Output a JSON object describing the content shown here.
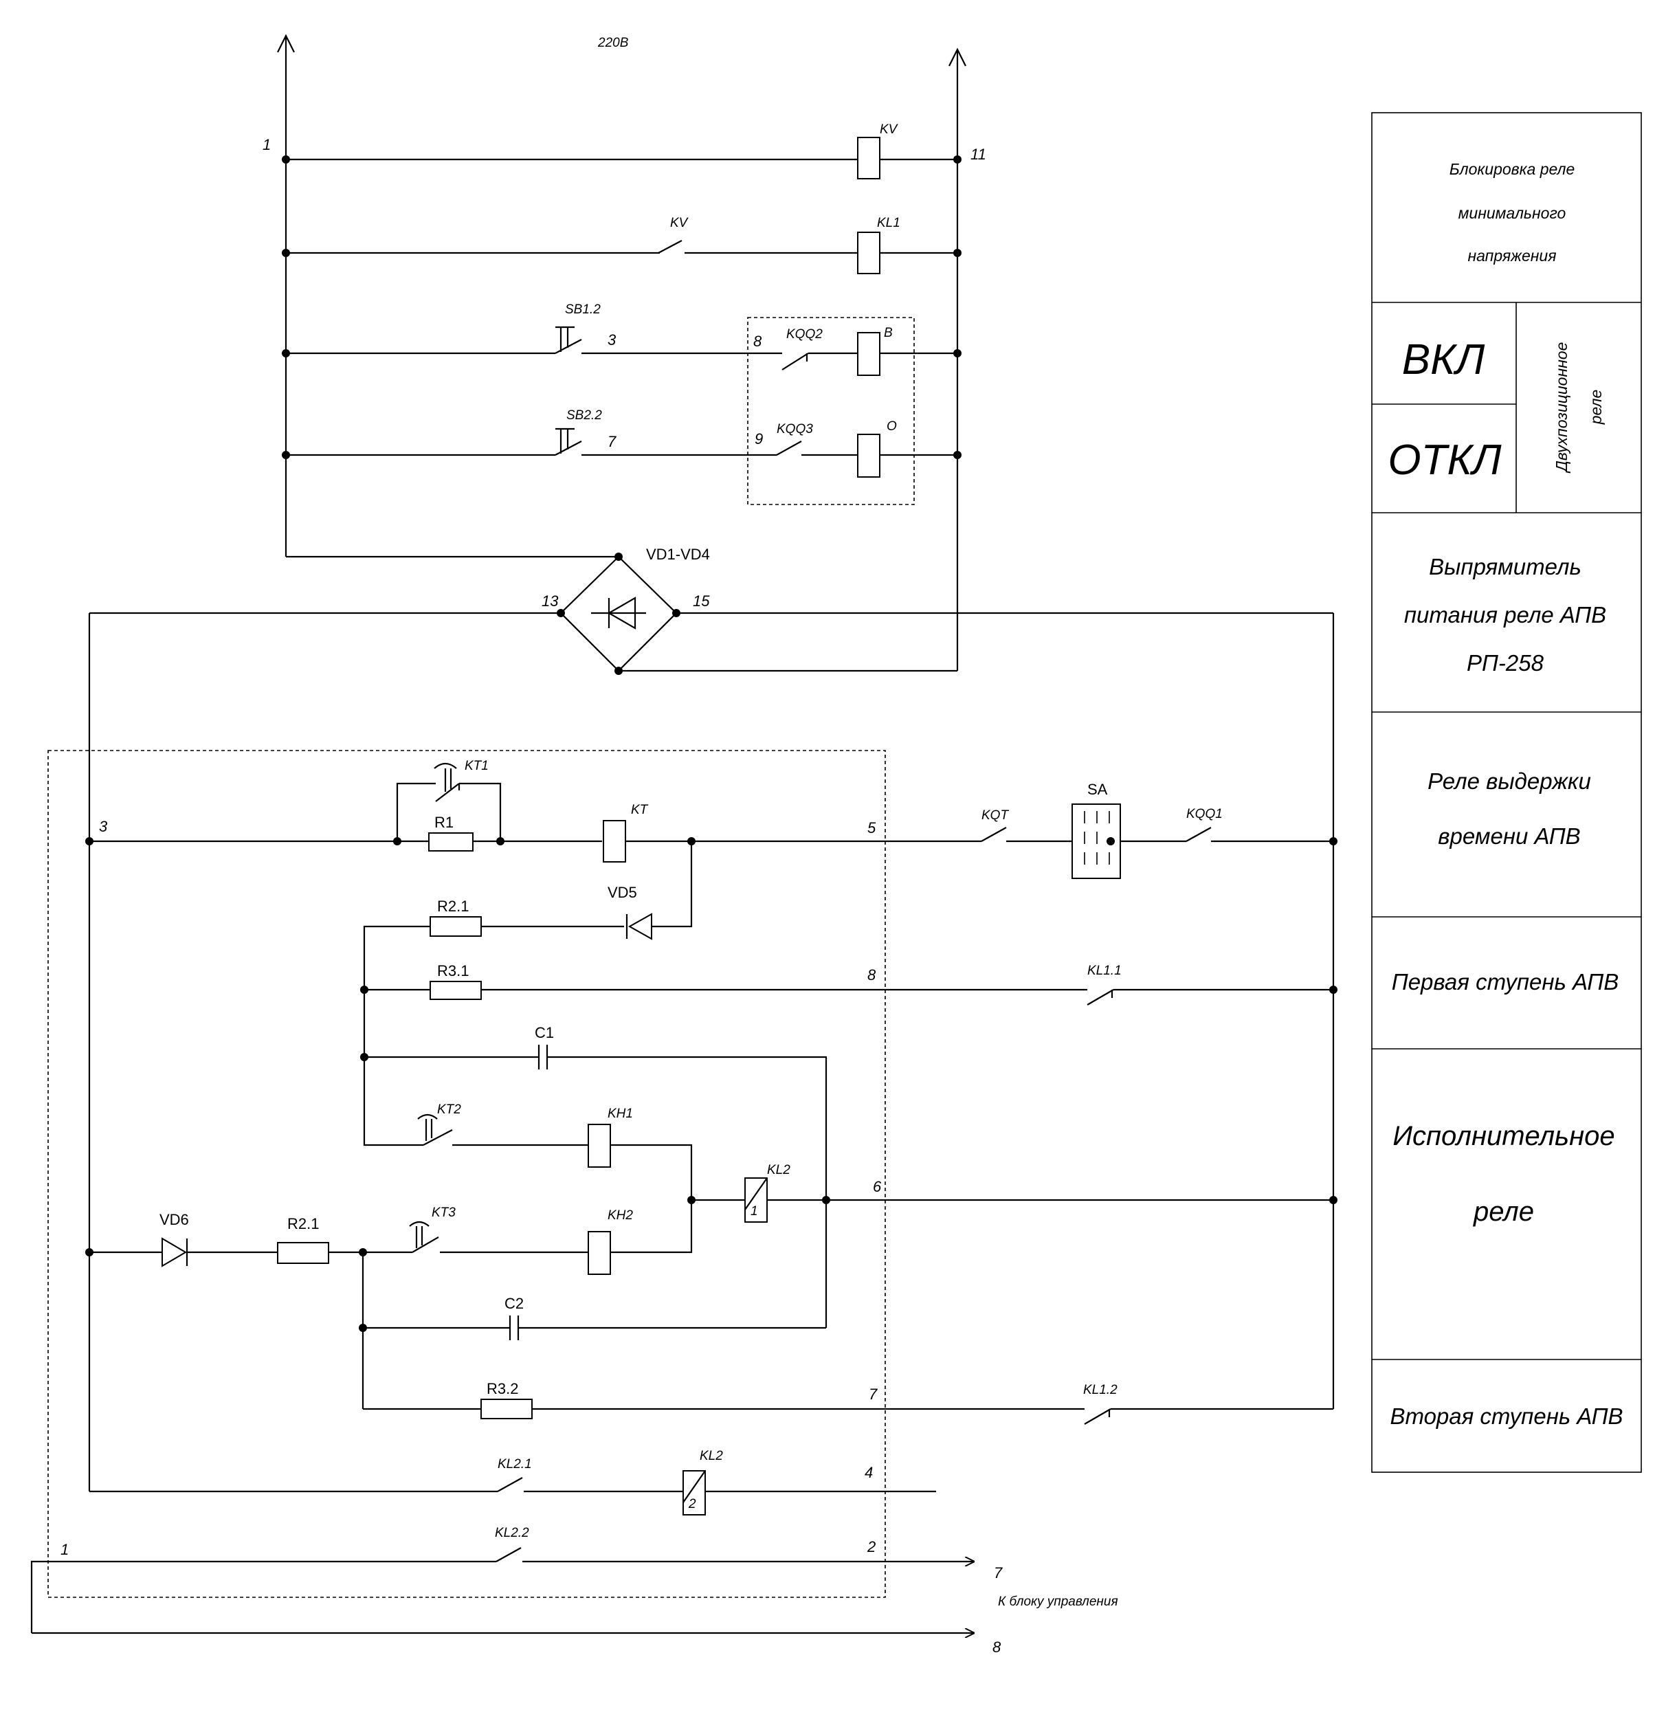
{
  "supply": {
    "voltage": "220В"
  },
  "labels": {
    "kv_coil": "KV",
    "kv_contact": "KV",
    "kl1_coil": "KL1",
    "sb12": "SB1.2",
    "sb22": "SB2.2",
    "kqq2": "KQQ2",
    "kqq3": "KQQ3",
    "coil_b": "B",
    "coil_o": "O",
    "bridge": "VD1-VD4",
    "kt1": "KT1",
    "r1": "R1",
    "kt": "KT",
    "kqt": "KQT",
    "sa": "SA",
    "kqq1": "KQQ1",
    "r21a": "R2.1",
    "vd5": "VD5",
    "r31": "R3.1",
    "kl11": "KL1.1",
    "c1": "C1",
    "kt2": "KT2",
    "kh1": "KH1",
    "kl2a": "KL2",
    "kl2a_num": "1",
    "vd6": "VD6",
    "r21b": "R2.1",
    "kt3": "KT3",
    "kh2": "KH2",
    "c2": "C2",
    "r32": "R3.2",
    "kl12": "KL1.2",
    "kl21": "KL2.1",
    "kl2b": "KL2",
    "kl2b_num": "2",
    "kl22": "KL2.2"
  },
  "nodes": {
    "n1": "1",
    "n11": "11",
    "n3top": "3",
    "n8top": "8",
    "n7top": "7",
    "n9top": "9",
    "n13": "13",
    "n15": "15",
    "n3": "3",
    "n5": "5",
    "n8": "8",
    "n6": "6",
    "n7": "7",
    "n4": "4",
    "n1b": "1",
    "n2": "2",
    "out7": "7",
    "out8": "8"
  },
  "footer": {
    "to_control": "К блоку управления"
  },
  "side_table": {
    "block1": [
      "Блокировка реле",
      "минимального",
      "напряжения"
    ],
    "vkl": "ВКЛ",
    "otkl": "ОТКЛ",
    "two_pos": [
      "Двухпозиционное",
      "реле"
    ],
    "block3": [
      "Выпрямитель",
      "питания реле АПВ",
      "РП-258"
    ],
    "block4": [
      "Реле выдержки",
      "времени АПВ"
    ],
    "block5": "Первая ступень АПВ",
    "block6": [
      "Исполнительное",
      "реле"
    ],
    "block7": "Вторая ступень АПВ"
  }
}
